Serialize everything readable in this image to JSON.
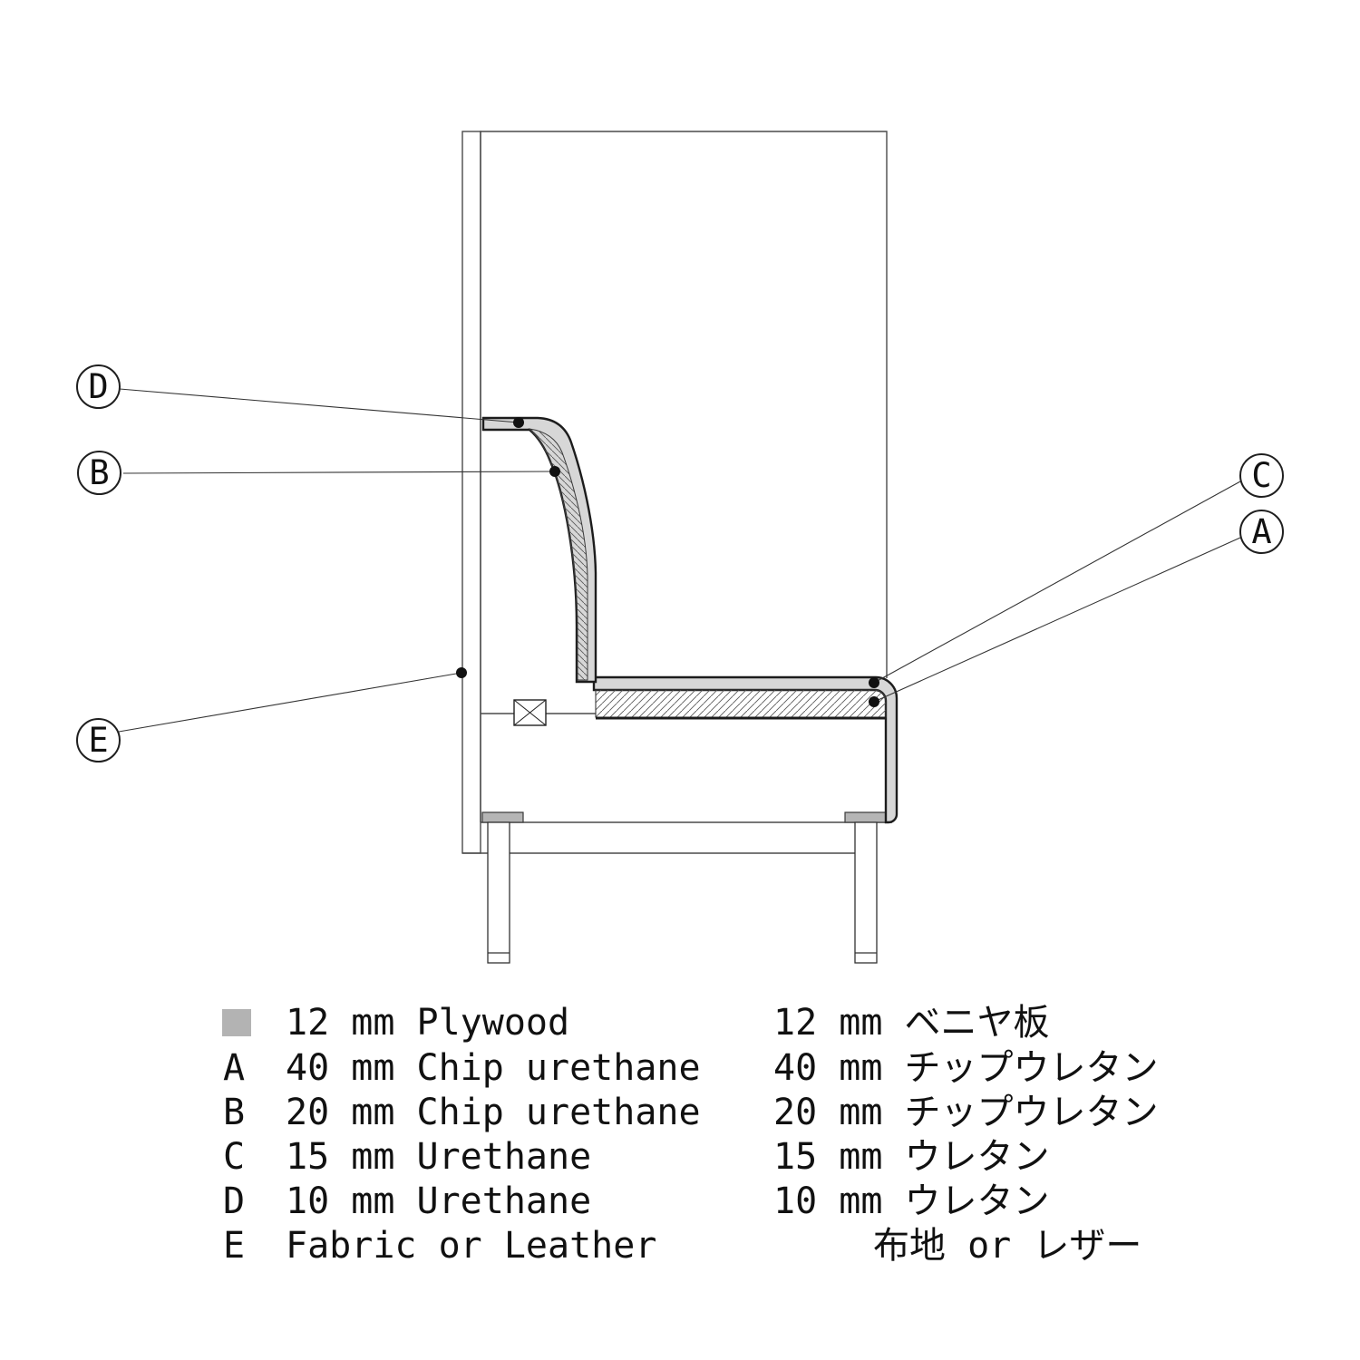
{
  "drawing": {
    "type": "furniture-section",
    "callouts": [
      {
        "letter": "D"
      },
      {
        "letter": "B"
      },
      {
        "letter": "E"
      },
      {
        "letter": "C"
      },
      {
        "letter": "A"
      }
    ]
  },
  "legend": {
    "rows": [
      {
        "key": "",
        "en": "12 mm Plywood",
        "jp": "12 mm ベニヤ板",
        "swatch": true
      },
      {
        "key": "A",
        "en": "40 mm Chip urethane",
        "jp": "40 mm チップウレタン",
        "swatch": false
      },
      {
        "key": "B",
        "en": "20 mm Chip urethane",
        "jp": "20 mm チップウレタン",
        "swatch": false
      },
      {
        "key": "C",
        "en": "15 mm Urethane",
        "jp": "15 mm ウレタン",
        "swatch": false
      },
      {
        "key": "D",
        "en": "10 mm Urethane",
        "jp": "10 mm ウレタン",
        "swatch": false
      },
      {
        "key": "E",
        "en": "Fabric or Leather",
        "jp": "布地 or レザー",
        "swatch": false
      }
    ]
  },
  "colors": {
    "outline_dark": "#1c1c1c",
    "panel_line": "#4a4a4a",
    "upholstery_gray": "#d7d7d7",
    "plywood_swatch_gray": "#b3b3b3",
    "pad_gray": "#b5b5b5",
    "hatch_line": "#5a5a5a"
  }
}
